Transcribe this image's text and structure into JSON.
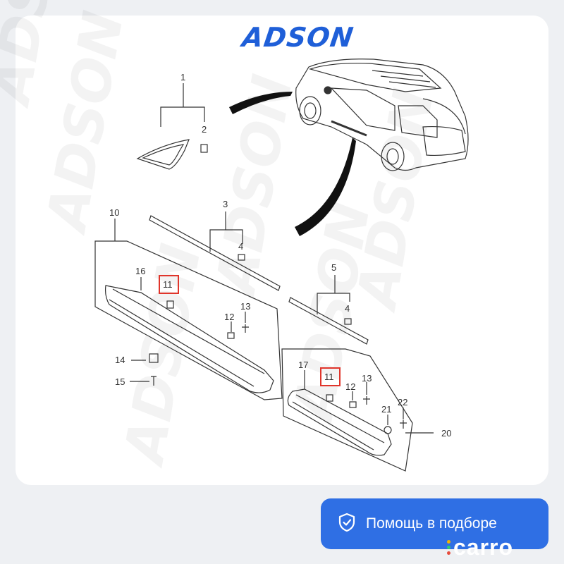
{
  "brand": {
    "logo": "ADSON",
    "watermark": "ADSON"
  },
  "callouts": {
    "c1": "1",
    "c2": "2",
    "c3": "3",
    "c4a": "4",
    "c4b": "4",
    "c5": "5",
    "c10": "10",
    "c11a": "11",
    "c11b": "11",
    "c12a": "12",
    "c12b": "12",
    "c13a": "13",
    "c13b": "13",
    "c14": "14",
    "c15": "15",
    "c16": "16",
    "c17": "17",
    "c20": "20",
    "c21": "21",
    "c22": "22"
  },
  "help": {
    "label": "Помощь в подборе",
    "icon": "shield-check-icon"
  },
  "footer_brand": {
    "name": "carro",
    "dot_colors": [
      "#f5b400",
      "#2ecc71",
      "#e74c3c"
    ]
  },
  "colors": {
    "accent": "#2f6fe4",
    "logo": "#1f5fd8",
    "highlight": "#e0352b"
  }
}
